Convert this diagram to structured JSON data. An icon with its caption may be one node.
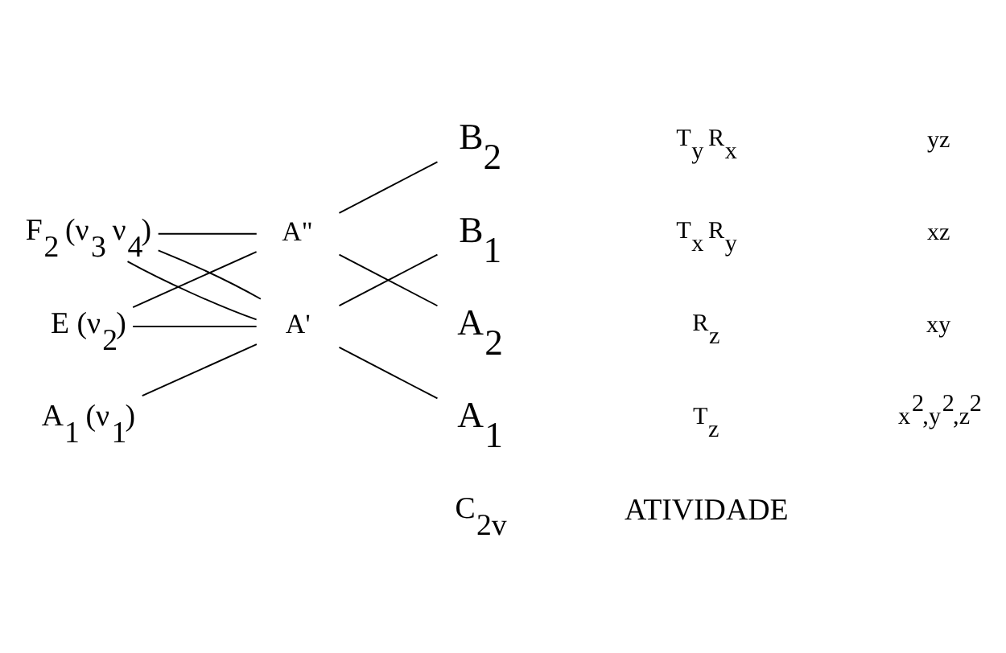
{
  "diagram": {
    "nodes": [
      {
        "text": [
          "A$_{1}$ (ν$_{1}$)"
        ]
      },
      {
        "text": [
          "E (ν$_{2}$)"
        ]
      },
      {
        "text": [
          "F$_{2}$ (ν$_{3}$ ν$_{4}$)"
        ]
      },
      {
        "text": [
          "A'"
        ]
      },
      {
        "text": [
          "A\""
        ]
      },
      {
        "text": [
          "A$_{1}$"
        ]
      },
      {
        "text": [
          "A$_{2}$"
        ]
      },
      {
        "text": [
          "B$_{1}$"
        ]
      },
      {
        "text": [
          "B$_{2}$"
        ]
      }
    ],
    "edges": [
      {
        "from": 0,
        "to": 3,
        "arrow": "none"
      },
      {
        "from": 1,
        "to": 3,
        "arrow": "none"
      },
      {
        "from": 1,
        "to": 4,
        "arrow": "none"
      },
      {
        "from": 2,
        "to": 3,
        "arrow": "none"
      },
      {
        "from": 2,
        "to": 3,
        "arrow": "none"
      },
      {
        "from": 2,
        "to": 4,
        "arrow": "none"
      },
      {
        "from": 3,
        "to": 5,
        "arrow": "none"
      },
      {
        "from": 3,
        "to": 7,
        "arrow": "none"
      },
      {
        "from": 4,
        "to": 6,
        "arrow": "none"
      },
      {
        "from": 4,
        "to": 8,
        "arrow": "none"
      }
    ],
    "labels": [
      "C$_{2v}$",
      "ATIVIDADE",
      "T$_{z}$",
      "x$^{2}$,y$^{2}$,z$^{2}$",
      "R$_{z}$",
      "xy",
      "T$_{x}$ R$_{y}$",
      "xz",
      "T$_{y}$ R$_{x}$",
      "yz"
    ]
  }
}
